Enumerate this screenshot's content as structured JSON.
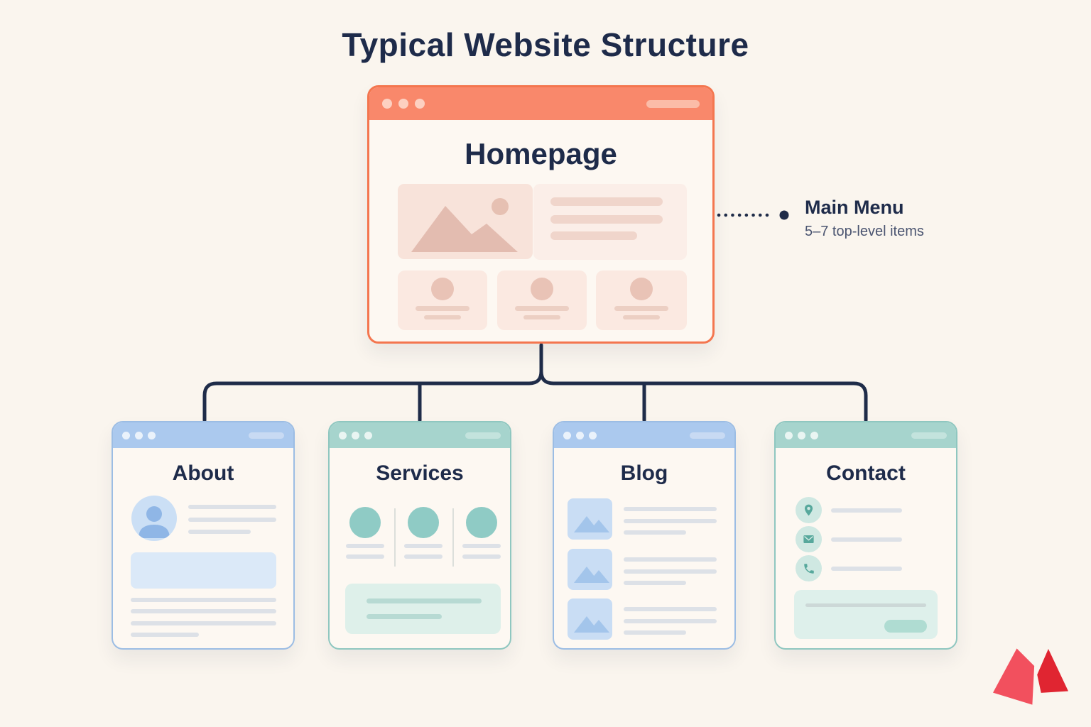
{
  "page": {
    "title": "Typical Website Structure",
    "background_color": "#faf5ee",
    "text_color": "#1e2b4a",
    "connector_color": "#1f2c49"
  },
  "annotation": {
    "title": "Main Menu",
    "subtitle": "5–7 top-level items"
  },
  "sitemap": {
    "root": {
      "title": "Homepage",
      "accent_color": "#f4764f",
      "header_color": "#f9886b"
    },
    "children": [
      {
        "title": "About",
        "accent_color": "#9cbde4",
        "header_color": "#abc9ee"
      },
      {
        "title": "Services",
        "accent_color": "#8fc7c0",
        "header_color": "#a6d4cd"
      },
      {
        "title": "Blog",
        "accent_color": "#9cbde4",
        "header_color": "#abc9ee"
      },
      {
        "title": "Contact",
        "accent_color": "#8fc7c0",
        "header_color": "#a6d4cd"
      }
    ]
  },
  "contact_icons": [
    "location-pin",
    "envelope",
    "phone"
  ],
  "logo": {
    "name": "m-mountain-logo",
    "left_peak_color": "#f2505e",
    "right_peak_color": "#e02531"
  }
}
